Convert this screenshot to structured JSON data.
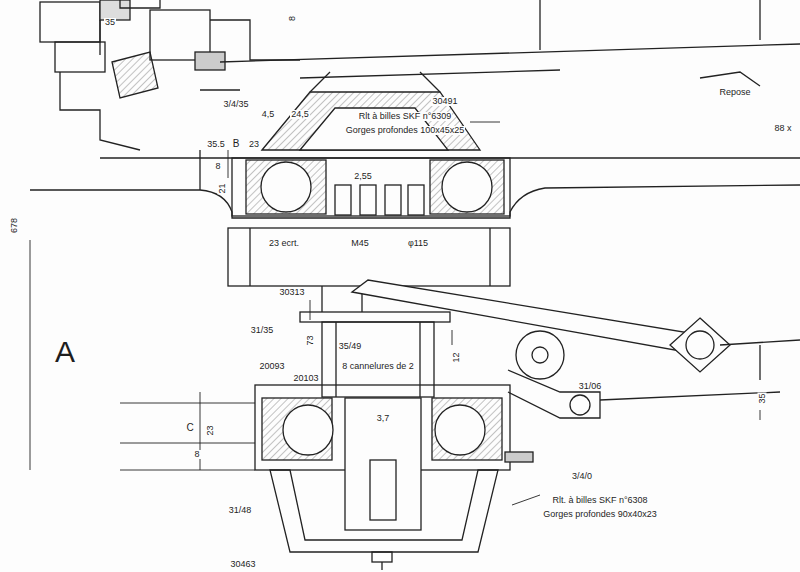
{
  "diagram": {
    "labels": [
      "35",
      "8",
      "30491",
      "Rlt à billes SKF n°6309",
      "Gorges profondes 100x45x25",
      "Repose",
      "88 x",
      "3/4/35",
      "35.5",
      "B",
      "23",
      "4,5",
      "24,5",
      "8",
      "21",
      "2,55",
      "678",
      "23 ecrt.",
      "M45",
      "φ115",
      "30313",
      "31/35",
      "73",
      "35/49",
      "8 cannelures de 2",
      "20093",
      "20103",
      "A",
      "12",
      "35",
      "31/06",
      "C",
      "23",
      "8",
      "3,7",
      "3/4/0",
      "Rlt. à billes SKF n°6308",
      "Gorges profondes 90x40x23",
      "31/48",
      "30463"
    ]
  }
}
